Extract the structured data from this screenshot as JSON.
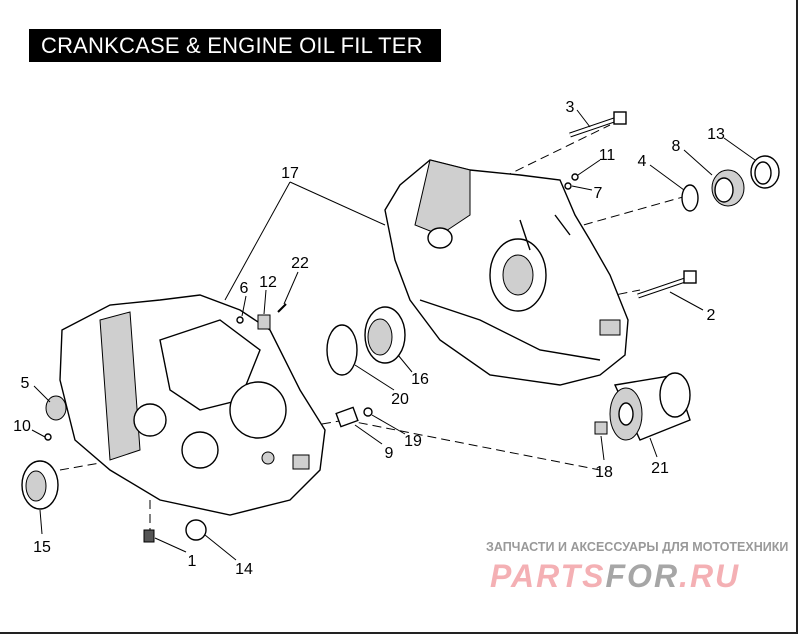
{
  "title": "CRANKCASE & ENGINE OIL FIL TER",
  "callouts": {
    "c1": "1",
    "c2": "2",
    "c3": "3",
    "c4": "4",
    "c5": "5",
    "c6": "6",
    "c7": "7",
    "c8": "8",
    "c9": "9",
    "c10": "10",
    "c11": "11",
    "c12": "12",
    "c13": "13",
    "c14": "14",
    "c15": "15",
    "c16": "16",
    "c17": "17",
    "c18": "18",
    "c19": "19",
    "c20": "20",
    "c21": "21",
    "c22": "22"
  },
  "watermark": {
    "subtitle": "ЗАПЧАСТИ И АКСЕССУАРЫ ДЛЯ МОТОТЕХНИКИ",
    "logo_part1": "PARTS",
    "logo_part2": "FOR",
    "logo_part3": ".RU"
  }
}
